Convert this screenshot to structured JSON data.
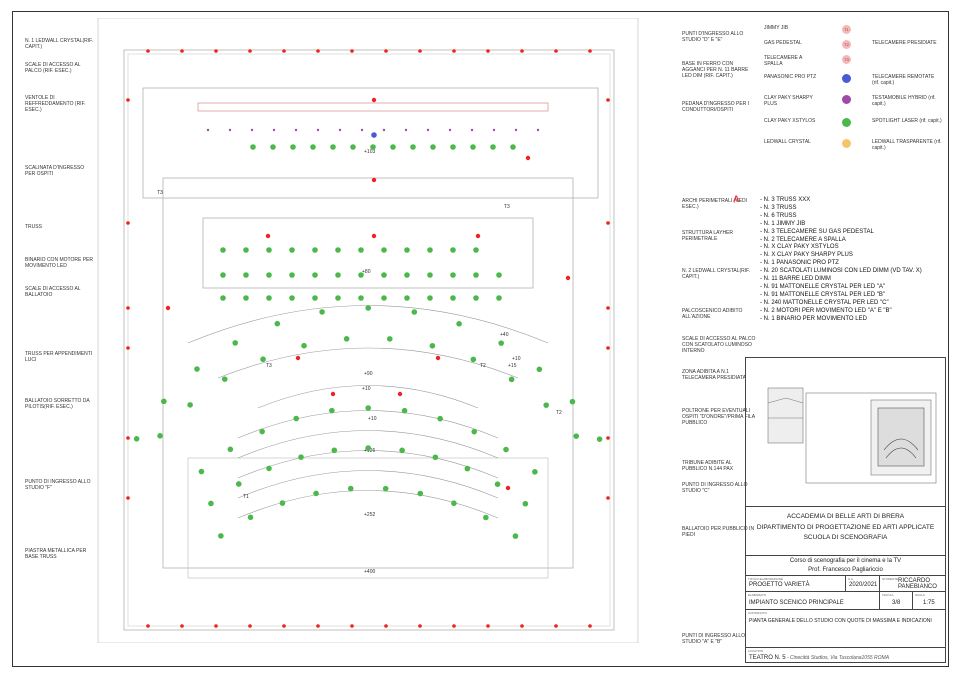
{
  "left_labels": [
    "N. 1 LEDWALL CRYSTAL(rif. capit.)",
    "SCALE DI ACCESSO AL PALCO (rif. esec.)",
    "VENTOLE DI REFFREDDAMENTO (rif. esec.)",
    "SCALINATA D'INGRESSO PER OSPITI",
    "TRUSS",
    "BINARIO CON MOTORE PER MOVIMENTO LED",
    "SCALE DI ACCESSO AL BALLATOIO",
    "TRUSS PER APPENDIMENTI LUCI",
    "BALLATOIO SORRETTO DA PILOTIS(rif. esec.)",
    "PUNTO DI INGRESSO ALLO STUDIO \"F\"",
    "PIASTRA METALLICA PER BASE TRUSS"
  ],
  "mid_labels": [
    "PUNTI D'INGRESSO ALLO STUDIO \"D\" E \"E\"",
    "BASE IN FERRO CON AGGANCI PER N. 11 BARRE LED DIM (rif. capit.)",
    "PEDANA D'INGRESSO PER I CONDUTTORI/OSPITI",
    "ARCHI PERIMETRALI (vedi esec.)",
    "STRUTTURA LAYHER PERIMETRALE",
    "N. 2 LEDWALL CRYSTAL(rif. capit.)",
    "PALCOSCENICO ADIBITO ALL'AZIONE",
    "SCALE DI ACCESSO AL PALCO CON SCATOLATO LUMINOSO INTERNO",
    "ZONA ADIBITA A n.1 TELECAMERA PRESIDIATA",
    "POLTRONE PER EVENTUALI OSPITI \"D'ONORE\"/PRIMA FILA PUBBLICO",
    "TRIBUNE ADIBITE AL PUBBLICO N.144 PAX",
    "PUNTO DI INGRESSO ALLO STUDIO \"C\"",
    "BALLATOIO PER PUBBLICO IN PIEDI",
    "PUNTI DI INGRESSO ALLO STUDIO \"A\" E \"B\""
  ],
  "arch_letter": "A",
  "legend": [
    {
      "name": "JIMMY JIB",
      "symbol": "T1",
      "color": "#f4b8b8",
      "note": ""
    },
    {
      "name": "GAS PEDESTAL",
      "symbol": "T2",
      "color": "#f4b8b8",
      "note": "TELECAMERE PRESIDIATE"
    },
    {
      "name": "TELECAMERE A SPALLA",
      "symbol": "T3",
      "color": "#f4b8b8",
      "note": ""
    },
    {
      "name": "PANASONIC PRO PTZ",
      "symbol": "",
      "color": "#4a5ad6",
      "note": "TELECAMERE REMOTATE (rif. capit.)"
    },
    {
      "name": "CLAY PAKY SHARPY PLUS",
      "symbol": "",
      "color": "#a04aa8",
      "note": "TESTAMOBILE HYBRID (rif. capit.)"
    },
    {
      "name": "CLAY PAKY XSTYLOS",
      "symbol": "",
      "color": "#4cb84c",
      "note": "SPOTLIGHT LASER (rif. capit.)"
    },
    {
      "name": "LEDWALL CRYSTAL",
      "symbol": "",
      "color": "#f6c56a",
      "note": "LEDWALL TRASPARENTE (rif. capit.)"
    }
  ],
  "inventory": [
    "- N. 3 TRUSS XXX",
    "- N. 3 TRUSS",
    "- N. 6 TRUSS",
    "- N. 1 JIMMY JIB",
    "- N. 3 TELECAMERE SU GAS PEDESTAL",
    "- N. 2 TELECAMERE A SPALLA",
    "- N. X CLAY PAKY XSTYLOS",
    "- N. X CLAY PAKY SHARPY PLUS",
    "- N. 1 PANASONIC PRO PTZ",
    "- N. 20 SCATOLATI LUMINOSI CON LED DIMM (vd tav. x)",
    "- N. 11 BARRE LED DIMM",
    "- N. 91 MATTONELLE CRYSTAL PER LED \"A\"",
    "- N. 91 MATTONELLE CRYSTAL PER LED \"B\"",
    "- N. 240 MATTONELLE CRYSTAL PER LED \"C\"",
    "- N. 2 MOTORI PER MOVIMENTO LED \"A\" E \"B\"",
    "- N. 1 BINARIO PER MOVIMENTO LED"
  ],
  "plan_marks": [
    "+80",
    "+90",
    "+40",
    "+10",
    "+15",
    "+10",
    "+10",
    "+126",
    "+252",
    "+400",
    "+103",
    "T3",
    "T3",
    "T3",
    "T2",
    "T2",
    "T1"
  ],
  "title_block": {
    "school_lines": [
      "ACCADEMIA DI BELLE ARTI DI BRERA",
      "DIPARTIMENTO DI PROGETTAZIONE ED ARTI APPLICATE",
      "SCUOLA DI SCENOGRAFIA"
    ],
    "course": "Corso di scenografia per il cinema e la TV",
    "professor": "Prof. Francesco Pagliariccio",
    "project_caption": "TITOLO ELABORAZIONE",
    "project": "PROGETTO VARIETÀ",
    "year_caption": "A.A.",
    "year": "2020/2021",
    "student_caption": "STUDENTE",
    "student": "RICCARDO PANEBIANCO",
    "drawing_caption": "ELABORATO",
    "drawing": "IMPIANTO SCENICO PRINCIPALE",
    "sheet_caption": "TAVOLA",
    "sheet": "3/8",
    "scale_caption": "SCALA",
    "scale": "1:75",
    "content_caption": "CONTENUTO",
    "content": "PIANTA GENERALE DELLO STUDIO CON QUOTE DI MASSIMA E INDICAZIONI",
    "location_caption": "LOCATION",
    "location_name": "TEATRO N. 5",
    "location_detail": " - Cinecittà Studios, Via Tuscolana1055 ROMA"
  }
}
